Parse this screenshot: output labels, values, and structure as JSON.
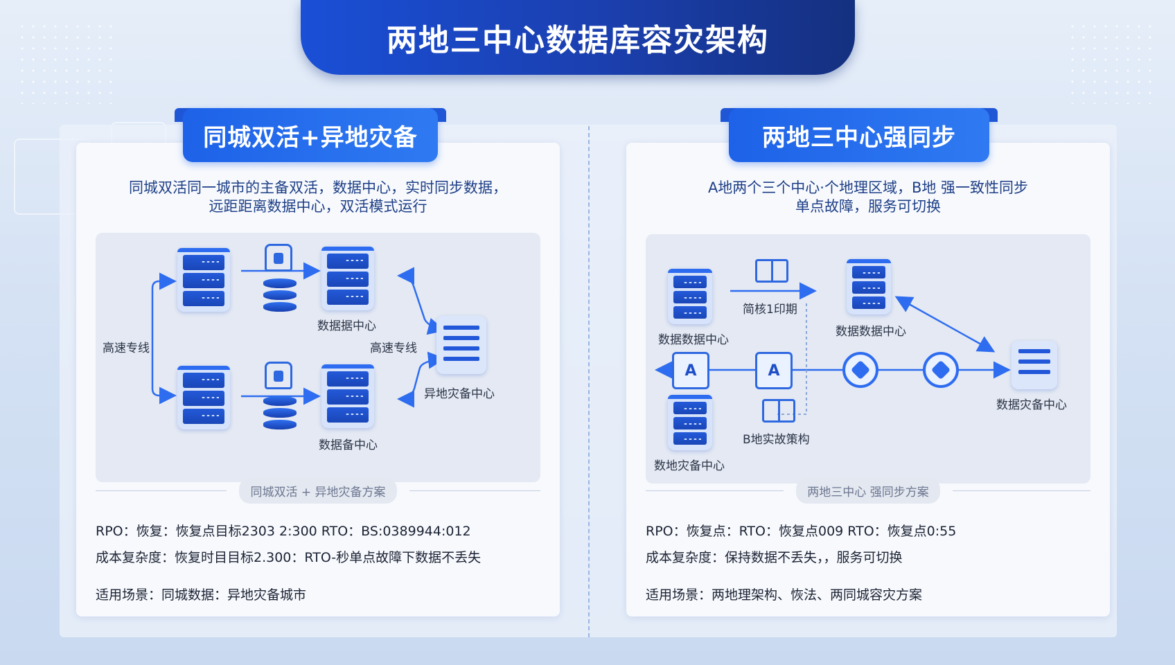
{
  "title": "两地三中心数据库容灾架构",
  "left": {
    "tab": "同城双活+异地灾备",
    "intro_line1": "同城双活同一城市的主备双活，数据中心，实时同步数据，",
    "intro_line2": "远距距离数据中心，双活模式运行",
    "labels": {
      "link_left": "高速专线",
      "link_right": "高速专线",
      "dc_top": "数据据中心",
      "dc_bottom": "数据备中心",
      "dr_center": "异地灾备中心"
    },
    "separator": "同城双活 + 异地灾备方案",
    "rpo": "RPO：恢复：恢复点目标2303 2:300 RTO：BS:0389944:012",
    "cost": "成本复杂度：恢复时目目标2.300：RTO-秒单点故障下数据不丢失",
    "scenario": "适用场景：同城数据：异地灾备城市"
  },
  "right": {
    "tab": "两地三中心强同步",
    "intro_line1": "A地两个三个中心·个地理区域，B地 强一致性同步",
    "intro_line2": "单点故障，服务可切换",
    "labels": {
      "dc_a_top": "数据数据中心",
      "sync_label": "简核1印期",
      "dc_a_bottom": "数地灾备中心",
      "dc_b": "数据数据中心",
      "b_local": "B地实故策构",
      "dr_center": "数据灾备中心",
      "node_a1": "A",
      "node_a2": "A"
    },
    "separator": "两地三中心 强同步方案",
    "rpo": "RPO：恢复点：RTO：恢复点009 RTO：恢复点0:55",
    "cost": "成本复杂度：保持数据不丢失，，服务可切换",
    "scenario": "适用场景：两地理架构、恢法、两同城容灾方案"
  },
  "colors": {
    "primary": "#1d62e8",
    "title_bar": "#1b3fae",
    "server": "#2157d8",
    "arrow": "#2e6cf0"
  }
}
